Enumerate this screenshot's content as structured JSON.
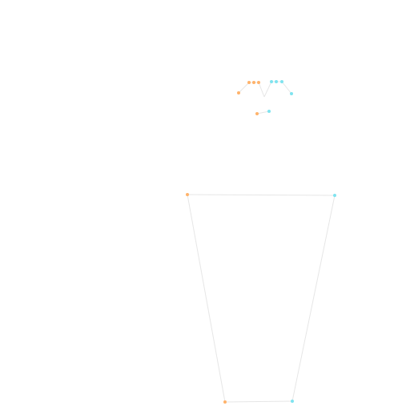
{
  "colors": {
    "background": "#ffffff",
    "bone": "#e6e6e6",
    "left_side": "#ffb36b",
    "right_side": "#7fe3ef"
  },
  "keypoints": [
    {
      "name": "left-eyebrow-outer",
      "side": "left"
    },
    {
      "name": "left-eyebrow-mid",
      "side": "left"
    },
    {
      "name": "left-eyebrow-inner-1",
      "side": "left"
    },
    {
      "name": "left-eyebrow-inner-2",
      "side": "left"
    },
    {
      "name": "right-eyebrow-inner-1",
      "side": "right"
    },
    {
      "name": "right-eyebrow-inner-2",
      "side": "right"
    },
    {
      "name": "right-eyebrow-mid",
      "side": "right"
    },
    {
      "name": "right-eyebrow-outer",
      "side": "right"
    },
    {
      "name": "left-mouth-corner",
      "side": "left"
    },
    {
      "name": "right-mouth-corner",
      "side": "right"
    },
    {
      "name": "left-shoulder",
      "side": "left"
    },
    {
      "name": "right-shoulder",
      "side": "right"
    },
    {
      "name": "left-hip",
      "side": "left"
    },
    {
      "name": "right-hip",
      "side": "right"
    }
  ]
}
